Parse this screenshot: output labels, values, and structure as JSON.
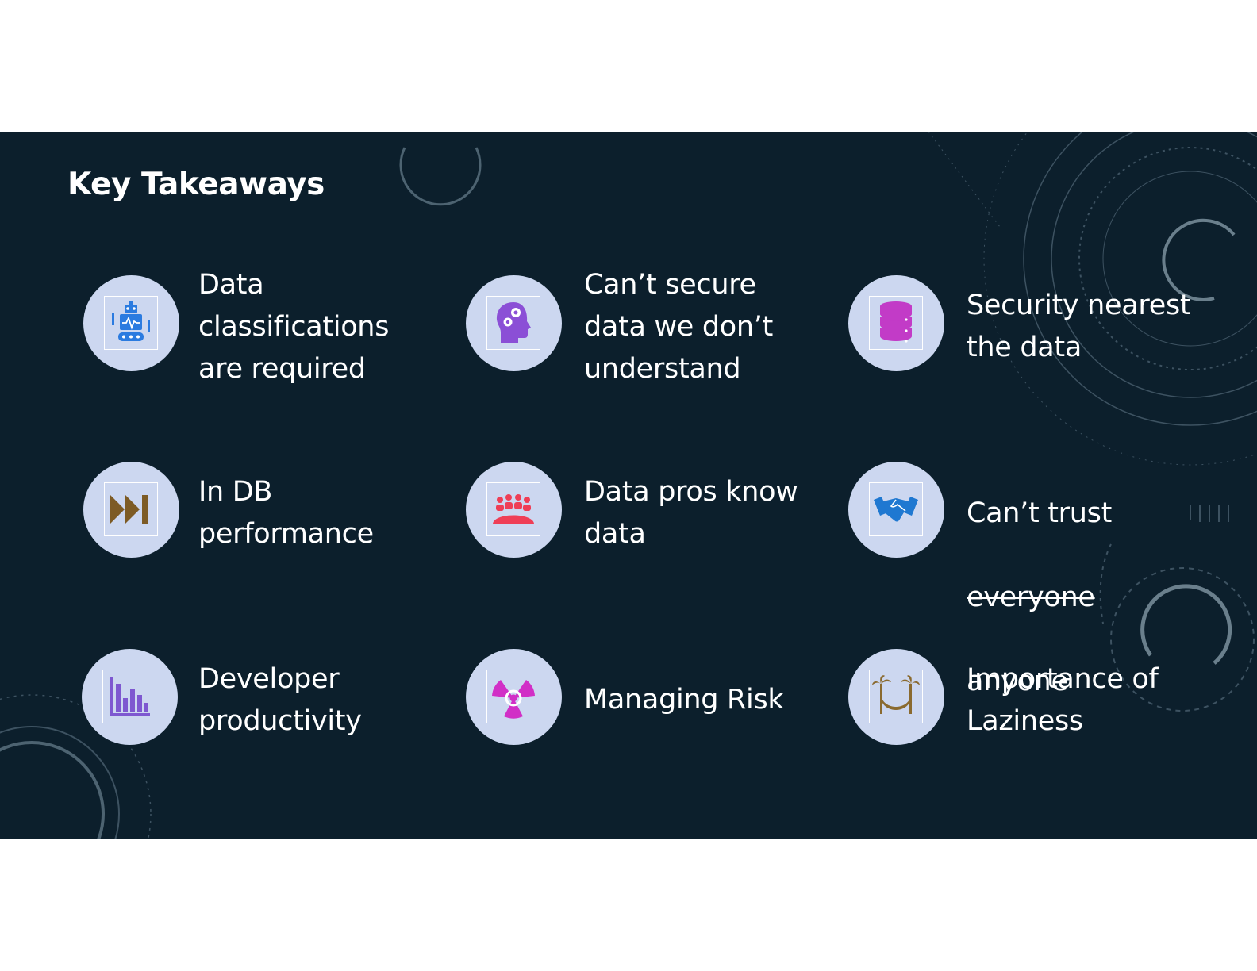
{
  "slide": {
    "title": "Key Takeaways",
    "items": [
      {
        "label": "Data\nclassifications\nare required",
        "icon": "robot-icon"
      },
      {
        "label": "Can’t secure\ndata we don’t\nunderstand",
        "icon": "head-gears-icon"
      },
      {
        "label": "Security nearest\nthe data",
        "icon": "database-icon"
      },
      {
        "label": "In DB\nperformance",
        "icon": "fast-forward-icon"
      },
      {
        "label": "Data pros know\ndata",
        "icon": "group-icon"
      },
      {
        "label_line1": "Can’t trust",
        "label_struck": "everyone",
        "label_line3": "anyone",
        "icon": "handshake-icon"
      },
      {
        "label": "Developer\nproductivity",
        "icon": "bar-chart-icon"
      },
      {
        "label": "Managing Risk",
        "icon": "radiation-icon"
      },
      {
        "label": "Importance of\nLaziness",
        "icon": "hammock-palms-icon"
      }
    ],
    "colors": {
      "background": "#0c1f2c",
      "icon_circle": "#ccd7f0"
    }
  }
}
